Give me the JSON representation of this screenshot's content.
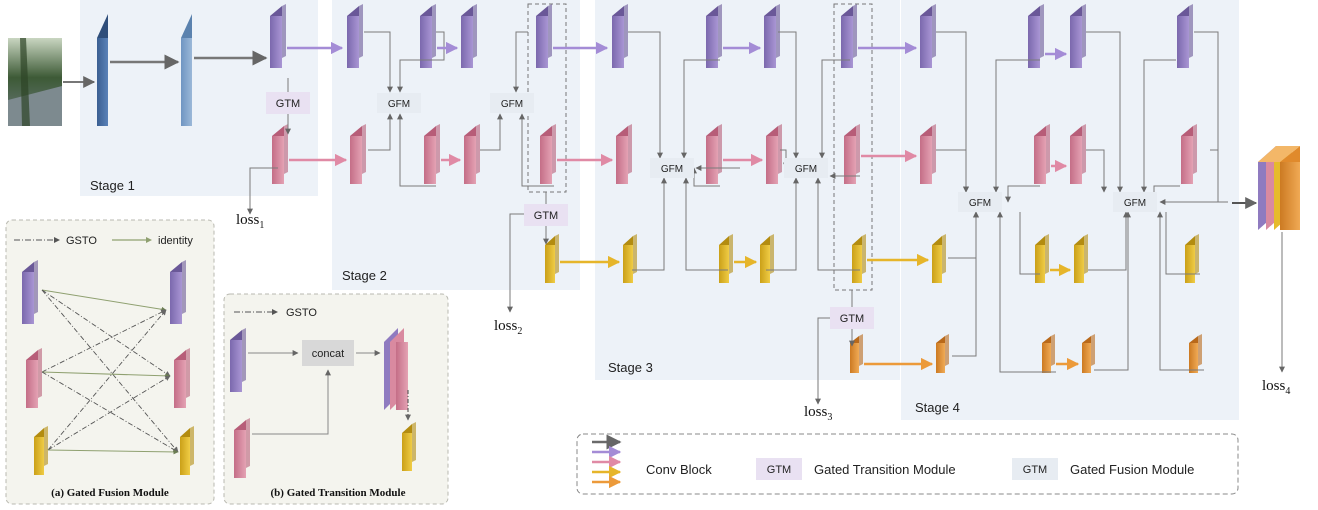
{
  "stages": {
    "s1": "Stage 1",
    "s2": "Stage 2",
    "s3": "Stage 3",
    "s4": "Stage 4"
  },
  "modules": {
    "gtm": "GTM",
    "gfm": "GFM",
    "concat": "concat"
  },
  "losses": {
    "l1": "loss",
    "l1_sub": "1",
    "l2": "loss",
    "l2_sub": "2",
    "l3": "loss",
    "l3_sub": "3",
    "l4": "loss",
    "l4_sub": "4"
  },
  "inset_a": {
    "legend_gsto": "GSTO",
    "legend_identity": "identity",
    "caption": "(a) Gated Fusion Module"
  },
  "inset_b": {
    "legend_gsto": "GSTO",
    "caption": "(b) Gated Transition Module"
  },
  "legend": {
    "conv_block": "Conv Block",
    "gtm_badge": "GTM",
    "gtm_label": "Gated Transition Module",
    "gfm_badge": "GTM",
    "gfm_label": "Gated Fusion Module"
  },
  "colors": {
    "purple": "#9b86c6",
    "pink": "#d98aa0",
    "yellow": "#e6bb2b",
    "orange": "#e89a3c",
    "gray_arrow": "#666666",
    "stage_bg": "#edf2f8"
  }
}
